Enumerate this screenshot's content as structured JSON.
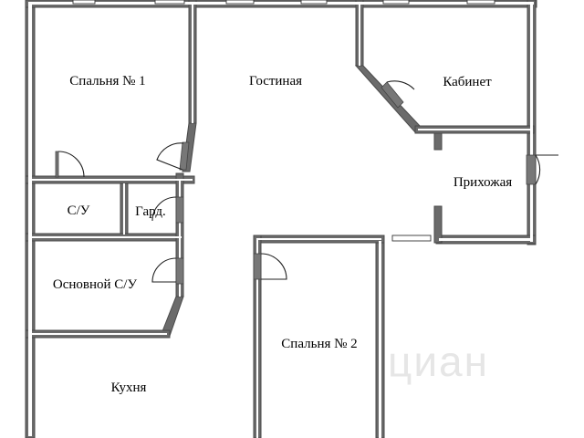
{
  "rooms": {
    "bedroom1": "Спальня № 1",
    "living": "Гостиная",
    "study": "Кабинет",
    "hallway": "Прихожая",
    "wc": "С/У",
    "wardrobe": "Гард.",
    "main_bath": "Основной С/У",
    "bedroom2": "Спальня № 2",
    "kitchen": "Кухня"
  },
  "watermark": "циан",
  "colors": {
    "wall": "#6b6b6b",
    "background": "#ffffff"
  }
}
